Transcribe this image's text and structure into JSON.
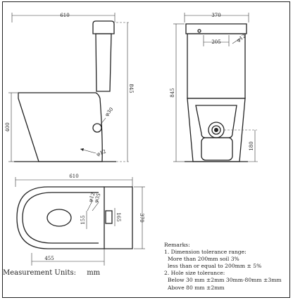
{
  "colors": {
    "line": "#222222",
    "background": "#ffffff"
  },
  "side_view": {
    "width_label": "610",
    "overall_height_label": "845",
    "seat_height_label": "400",
    "inlet_label": "φ30",
    "fixing_label": "φ12"
  },
  "front_view": {
    "width_label": "370",
    "inner_width_label": "205",
    "top_hole_label": "φ12",
    "overall_height_label": "845",
    "outlet_height_label": "180"
  },
  "plan_view": {
    "width_label": "610",
    "depth_label": "370",
    "rear_label": "455",
    "hole_a_label": "155",
    "hole_b_label": "165",
    "hole_c_label": "φ35",
    "hole_d_label": "φ12"
  },
  "footer": {
    "units_label": "Measurement Units:",
    "units_value": "mm"
  },
  "remarks": {
    "title": "Remarks:",
    "lines": [
      "1. Dimension tolerance range:",
      "More than 200mm soil 3%",
      "less than or equal to 200mm ± 5%",
      "2. Hole size tolerance:",
      "Below 30 mm ±2mm   30mm-80mm ±3mm",
      "Above 80 mm ±2mm"
    ]
  }
}
